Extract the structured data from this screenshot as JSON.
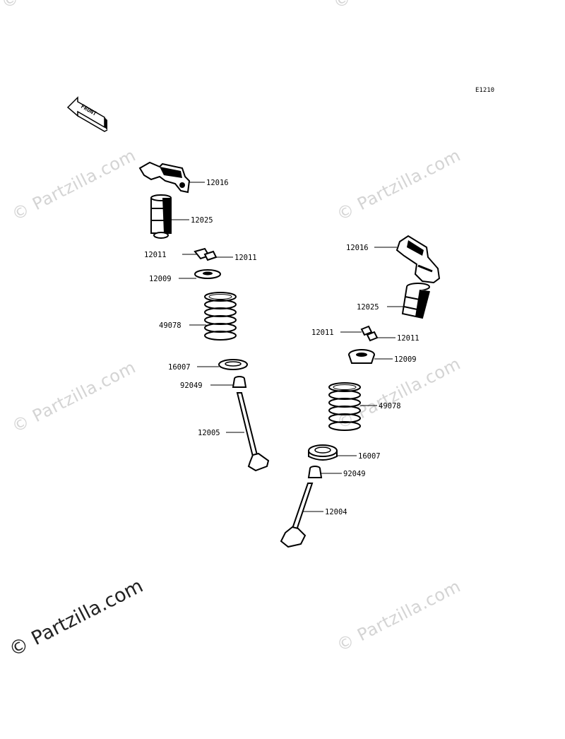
{
  "diagram_code": "E1210",
  "front_label": "FRONT",
  "watermark": "© Partzilla.com",
  "watermark_main": "© Partzilla.com",
  "parts_left": {
    "rocker_arm": "12016",
    "lifter": "12025",
    "keeper_a": "12011",
    "keeper_b": "12011",
    "retainer": "12009",
    "spring": "49078",
    "spring_seat": "16007",
    "oil_seal": "92049",
    "valve": "12005"
  },
  "parts_right": {
    "rocker_arm": "12016",
    "lifter": "12025",
    "keeper_a": "12011",
    "keeper_b": "12011",
    "retainer": "12009",
    "spring": "49078",
    "spring_seat": "16007",
    "oil_seal": "92049",
    "valve": "12004"
  },
  "colors": {
    "line": "#000000",
    "watermark": "#d4d4d4",
    "background": "#ffffff"
  }
}
